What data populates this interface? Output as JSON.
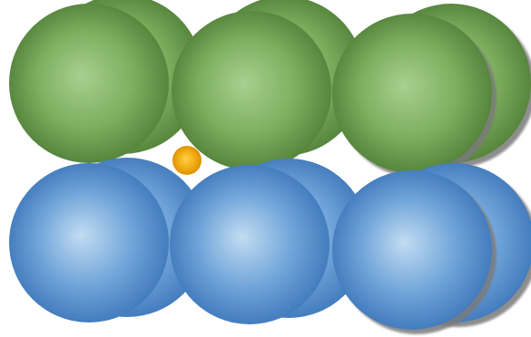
{
  "diagram": {
    "kind": "sphere-layers",
    "layers": [
      {
        "name": "top-layer",
        "color_light": "#a6d190",
        "color_mid": "#7dae5e",
        "color_dark": "#4e7c36",
        "rows": [
          {
            "depth": "back",
            "count": 3
          },
          {
            "depth": "front",
            "count": 3
          }
        ]
      },
      {
        "name": "bottom-layer",
        "color_light": "#c2dcf2",
        "color_mid": "#6ea3d8",
        "color_dark": "#3a74b8",
        "rows": [
          {
            "depth": "back",
            "count": 3
          },
          {
            "depth": "front",
            "count": 3
          }
        ]
      }
    ],
    "small_particle": {
      "color_light": "#ffd04a",
      "color_dark": "#d88a00"
    },
    "shadow_color": "#7a7a7a"
  }
}
